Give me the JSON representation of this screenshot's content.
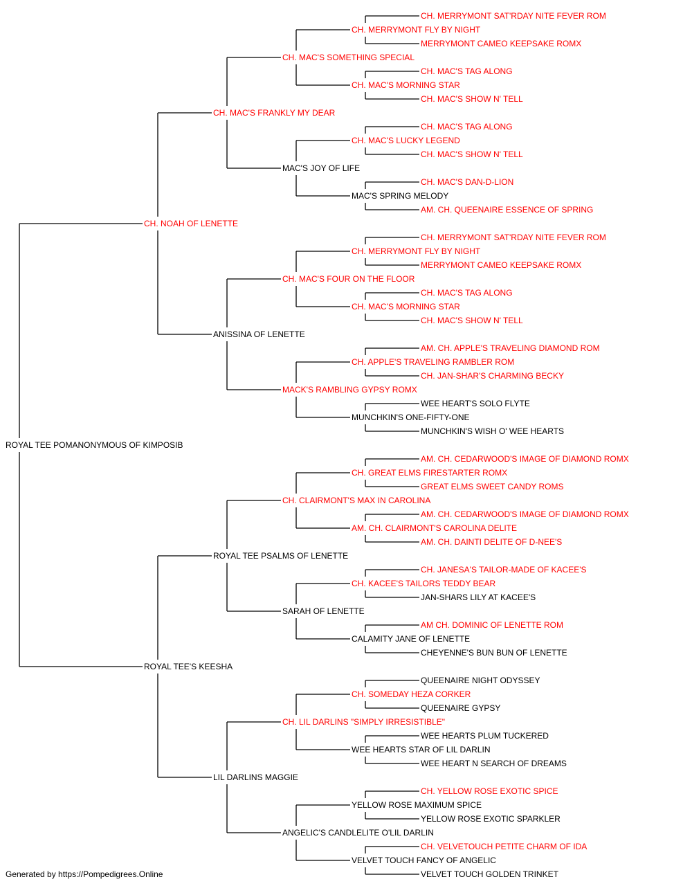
{
  "colors": {
    "champion": "#ff0000",
    "regular": "#000000",
    "line": "#000000"
  },
  "footer": "Generated by https://Pompedigrees.Online",
  "pedigree": [
    {
      "gen": 0,
      "name": "ROYAL TEE POMANONYMOUS OF KIMPOSIB",
      "champion": false
    },
    {
      "gen": 1,
      "name": "CH. NOAH OF LENETTE",
      "champion": true
    },
    {
      "gen": 1,
      "name": "ROYAL TEE'S KEESHA",
      "champion": false
    },
    {
      "gen": 2,
      "name": "CH. MAC'S FRANKLY MY DEAR",
      "champion": true
    },
    {
      "gen": 2,
      "name": "ANISSINA OF LENETTE",
      "champion": false
    },
    {
      "gen": 2,
      "name": "ROYAL TEE PSALMS OF LENETTE",
      "champion": false
    },
    {
      "gen": 2,
      "name": "LIL DARLINS MAGGIE",
      "champion": false
    },
    {
      "gen": 3,
      "name": "CH. MAC'S SOMETHING SPECIAL",
      "champion": true
    },
    {
      "gen": 3,
      "name": "MAC'S JOY OF LIFE",
      "champion": false
    },
    {
      "gen": 3,
      "name": "CH. MAC'S FOUR ON THE FLOOR",
      "champion": true
    },
    {
      "gen": 3,
      "name": "MACK'S RAMBLING GYPSY ROMX",
      "champion": true
    },
    {
      "gen": 3,
      "name": "CH. CLAIRMONT'S MAX IN CAROLINA",
      "champion": true
    },
    {
      "gen": 3,
      "name": "SARAH OF LENETTE",
      "champion": false
    },
    {
      "gen": 3,
      "name": "CH. LIL DARLINS \"SIMPLY IRRESISTIBLE\"",
      "champion": true
    },
    {
      "gen": 3,
      "name": "ANGELIC'S CANDLELITE O'LIL DARLIN",
      "champion": false
    },
    {
      "gen": 4,
      "name": "CH. MERRYMONT FLY BY NIGHT",
      "champion": true
    },
    {
      "gen": 4,
      "name": "CH. MAC'S MORNING STAR",
      "champion": true
    },
    {
      "gen": 4,
      "name": "CH. MAC'S LUCKY LEGEND",
      "champion": true
    },
    {
      "gen": 4,
      "name": "MAC'S SPRING MELODY",
      "champion": false
    },
    {
      "gen": 4,
      "name": "CH. MERRYMONT FLY BY NIGHT",
      "champion": true
    },
    {
      "gen": 4,
      "name": "CH. MAC'S MORNING STAR",
      "champion": true
    },
    {
      "gen": 4,
      "name": "CH. APPLE'S TRAVELING RAMBLER ROM",
      "champion": true
    },
    {
      "gen": 4,
      "name": "MUNCHKIN'S ONE-FIFTY-ONE",
      "champion": false
    },
    {
      "gen": 4,
      "name": "CH. GREAT ELMS FIRESTARTER ROMX",
      "champion": true
    },
    {
      "gen": 4,
      "name": "AM. CH. CLAIRMONT'S CAROLINA DELITE",
      "champion": true
    },
    {
      "gen": 4,
      "name": "CH. KACEE'S TAILORS TEDDY BEAR",
      "champion": true
    },
    {
      "gen": 4,
      "name": "CALAMITY JANE OF LENETTE",
      "champion": false
    },
    {
      "gen": 4,
      "name": "CH. SOMEDAY HEZA CORKER",
      "champion": true
    },
    {
      "gen": 4,
      "name": "WEE HEARTS STAR OF LIL DARLIN",
      "champion": false
    },
    {
      "gen": 4,
      "name": "YELLOW ROSE MAXIMUM SPICE",
      "champion": false
    },
    {
      "gen": 4,
      "name": "VELVET TOUCH FANCY OF ANGELIC",
      "champion": false
    },
    {
      "gen": 5,
      "name": "CH. MERRYMONT SAT'RDAY NITE FEVER ROM",
      "champion": true
    },
    {
      "gen": 5,
      "name": "MERRYMONT CAMEO KEEPSAKE ROMX",
      "champion": true
    },
    {
      "gen": 5,
      "name": "CH. MAC'S TAG ALONG",
      "champion": true
    },
    {
      "gen": 5,
      "name": "CH. MAC'S SHOW N' TELL",
      "champion": true
    },
    {
      "gen": 5,
      "name": "CH. MAC'S TAG ALONG",
      "champion": true
    },
    {
      "gen": 5,
      "name": "CH. MAC'S SHOW N' TELL",
      "champion": true
    },
    {
      "gen": 5,
      "name": "CH. MAC'S DAN-D-LION",
      "champion": true
    },
    {
      "gen": 5,
      "name": "AM. CH. QUEENAIRE ESSENCE OF SPRING",
      "champion": true
    },
    {
      "gen": 5,
      "name": "CH. MERRYMONT SAT'RDAY NITE FEVER ROM",
      "champion": true
    },
    {
      "gen": 5,
      "name": "MERRYMONT CAMEO KEEPSAKE ROMX",
      "champion": true
    },
    {
      "gen": 5,
      "name": "CH. MAC'S TAG ALONG",
      "champion": true
    },
    {
      "gen": 5,
      "name": "CH. MAC'S SHOW N' TELL",
      "champion": true
    },
    {
      "gen": 5,
      "name": "AM. CH. APPLE'S TRAVELING DIAMOND ROM",
      "champion": true
    },
    {
      "gen": 5,
      "name": "CH. JAN-SHAR'S CHARMING BECKY",
      "champion": true
    },
    {
      "gen": 5,
      "name": "WEE HEART'S SOLO FLYTE",
      "champion": false
    },
    {
      "gen": 5,
      "name": "MUNCHKIN'S WISH O' WEE HEARTS",
      "champion": false
    },
    {
      "gen": 5,
      "name": "AM. CH. CEDARWOOD'S IMAGE OF DIAMOND ROMX",
      "champion": true
    },
    {
      "gen": 5,
      "name": "GREAT ELMS SWEET CANDY ROMS",
      "champion": true
    },
    {
      "gen": 5,
      "name": "AM. CH. CEDARWOOD'S IMAGE OF DIAMOND ROMX",
      "champion": true
    },
    {
      "gen": 5,
      "name": "AM. CH. DAINTI DELITE OF D-NEE'S",
      "champion": true
    },
    {
      "gen": 5,
      "name": "CH. JANESA'S TAILOR-MADE OF KACEE'S",
      "champion": true
    },
    {
      "gen": 5,
      "name": "JAN-SHARS LILY AT KACEE'S",
      "champion": false
    },
    {
      "gen": 5,
      "name": "AM CH. DOMINIC OF LENETTE ROM",
      "champion": true
    },
    {
      "gen": 5,
      "name": "CHEYENNE'S BUN BUN OF LENETTE",
      "champion": false
    },
    {
      "gen": 5,
      "name": "QUEENAIRE NIGHT ODYSSEY",
      "champion": false
    },
    {
      "gen": 5,
      "name": "QUEENAIRE GYPSY",
      "champion": false
    },
    {
      "gen": 5,
      "name": "WEE HEARTS PLUM TUCKERED",
      "champion": false
    },
    {
      "gen": 5,
      "name": "WEE HEART N SEARCH OF DREAMS",
      "champion": false
    },
    {
      "gen": 5,
      "name": "CH. YELLOW ROSE EXOTIC SPICE",
      "champion": true
    },
    {
      "gen": 5,
      "name": "YELLOW ROSE EXOTIC SPARKLER",
      "champion": false
    },
    {
      "gen": 5,
      "name": "CH. VELVETOUCH PETITE CHARM OF IDA",
      "champion": true
    },
    {
      "gen": 5,
      "name": "VELVET TOUCH GOLDEN TRINKET",
      "champion": false
    }
  ]
}
